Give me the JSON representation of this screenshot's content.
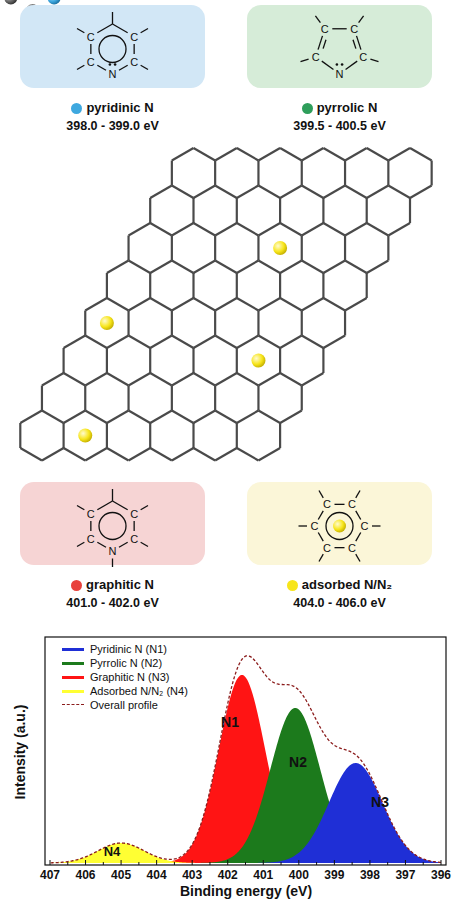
{
  "diagram": {
    "nodes": [
      {
        "text": [
          "C",
          "C",
          "C",
          "C",
          "N",
          "pyridinic N",
          "398.0 - 399.0 eV"
        ]
      },
      {
        "text": [
          "C",
          "C",
          "C",
          "C",
          "N",
          "pyrrolic N",
          "399.5 - 400.5 eV"
        ]
      },
      {
        "text": [
          "C",
          "C",
          "C",
          "C",
          "N",
          "graphitic N",
          "401.0 - 402.0 eV"
        ]
      },
      {
        "text": [
          "C",
          "C",
          "C",
          "C",
          "C",
          "C",
          "adsorbed N/N₂",
          "404.0 - 406.0 eV"
        ]
      }
    ],
    "labels": [
      "N1",
      "N2",
      "N3",
      "N4",
      "Intensity (a.u.)",
      "Binding energy (eV)",
      "407",
      "406",
      "405",
      "404",
      "403",
      "402",
      "401",
      "400",
      "399",
      "398",
      "397",
      "396"
    ],
    "legend": [
      {
        "text": "Pyridinic N (N1)",
        "color": "#1f2fd6"
      },
      {
        "text": "Pyrrolic N (N2)",
        "color": "#1c7a1c"
      },
      {
        "text": "Graphitic N (N3)",
        "color": "#ff1414"
      },
      {
        "text": "Adsorbed N/N₂ (N4)",
        "color": "#ffff33"
      },
      {
        "text": "Overall profile"
      }
    ]
  }
}
